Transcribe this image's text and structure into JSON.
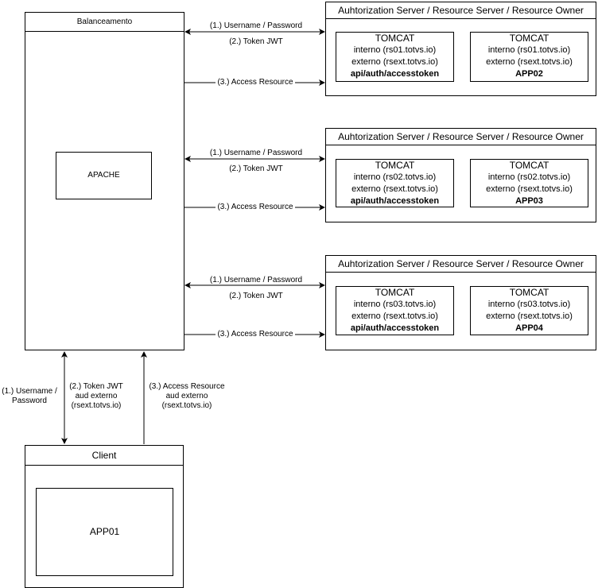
{
  "balancer": {
    "title": "Balanceamento",
    "inner_label": "APACHE"
  },
  "client": {
    "title": "Client",
    "inner_label": "APP01"
  },
  "servers": [
    {
      "title": "Auhtorization Server / Resource Server / Resource Owner",
      "left": {
        "title": "TOMCAT",
        "interno": "interno (rs01.totvs.io)",
        "externo": "externo (rsext.totvs.io)",
        "app": "api/auth/accesstoken"
      },
      "right": {
        "title": "TOMCAT",
        "interno": "interno (rs01.totvs.io)",
        "externo": "externo (rsext.totvs.io)",
        "app": "APP02"
      },
      "edges": {
        "username": "(1.) Username / Password",
        "token": "(2.) Token JWT",
        "access": "(3.) Access Resource"
      }
    },
    {
      "title": "Auhtorization Server / Resource Server / Resource Owner",
      "left": {
        "title": "TOMCAT",
        "interno": "interno (rs02.totvs.io)",
        "externo": "externo (rsext.totvs.io)",
        "app": "api/auth/accesstoken"
      },
      "right": {
        "title": "TOMCAT",
        "interno": "interno (rs02.totvs.io)",
        "externo": "externo (rsext.totvs.io)",
        "app": "APP03"
      },
      "edges": {
        "username": "(1.) Username / Password",
        "token": "(2.) Token JWT",
        "access": "(3.) Access Resource"
      }
    },
    {
      "title": "Auhtorization Server / Resource Server / Resource Owner",
      "left": {
        "title": "TOMCAT",
        "interno": "interno (rs03.totvs.io)",
        "externo": "externo (rsext.totvs.io)",
        "app": "api/auth/accesstoken"
      },
      "right": {
        "title": "TOMCAT",
        "interno": "interno (rs03.totvs.io)",
        "externo": "externo (rsext.totvs.io)",
        "app": "APP04"
      },
      "edges": {
        "username": "(1.) Username / Password",
        "token": "(2.) Token JWT",
        "access": "(3.) Access Resource"
      }
    }
  ],
  "client_edges": {
    "username_line1": "(1.) Username /",
    "username_line2": "Password",
    "token_line1": "(2.) Token JWT",
    "token_line2": "aud externo",
    "token_line3": "(rsext.totvs.io)",
    "access_line1": "(3.) Access Resource",
    "access_line2": "aud externo",
    "access_line3": "(rsext.totvs.io)"
  }
}
